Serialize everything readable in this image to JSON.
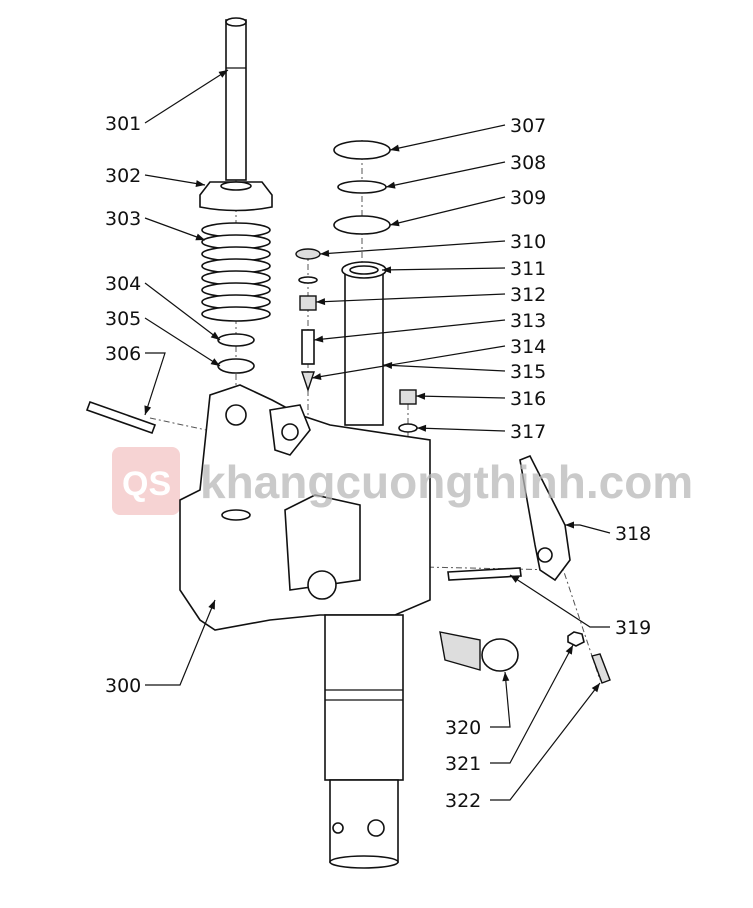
{
  "title": "Exploded parts diagram - hydraulic pump body assembly",
  "watermark": {
    "logo": "QS",
    "text": "khangcuongthinh.com",
    "logo_color": "#f3c9c9"
  },
  "part_labels": [
    "300",
    "301",
    "302",
    "303",
    "304",
    "305",
    "306",
    "307",
    "308",
    "309",
    "310",
    "311",
    "312",
    "313",
    "314",
    "315",
    "316",
    "317",
    "318",
    "319",
    "320",
    "321",
    "322"
  ]
}
